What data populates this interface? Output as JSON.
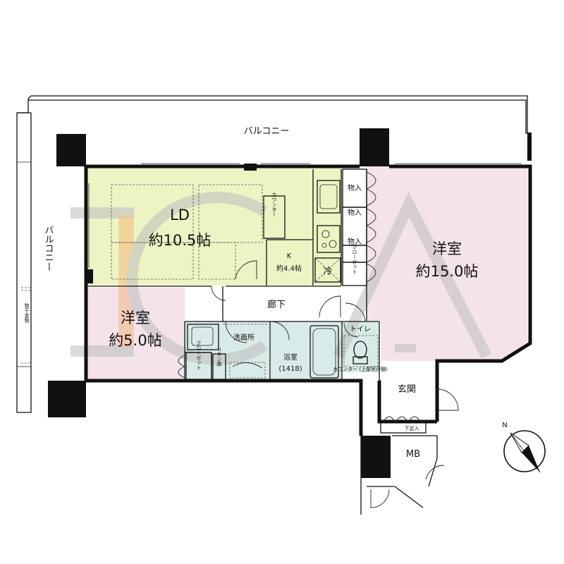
{
  "rooms": {
    "balcony_top": "バルコニー",
    "balcony_left": "バルコニー",
    "balcony_left_fitting": "物干金物",
    "ld_name": "LD",
    "ld_size": "約10.5帖",
    "counter": "カウンター",
    "k_name": "K",
    "k_size": "約4.4帖",
    "fridge": "冷",
    "storage": "物入",
    "closet_kitchen": "クローゼット",
    "west_room_name": "洋室",
    "west_room_size": "約5.0帖",
    "east_room_name": "洋室",
    "east_room_size": "約15.0帖",
    "hallway": "廊下",
    "washroom": "洗面所",
    "bath_name": "浴室",
    "bath_size": "(1418)",
    "toilet": "トイレ",
    "toilet_counter": "カウンター\n(上部吊戸棚)",
    "closet_west": "クローゼット",
    "linen": "リネン庫",
    "entrance": "玄関",
    "shoe_storage": "下足入",
    "mb": "MB",
    "north": "N"
  },
  "watermark": "ICA",
  "colors": {
    "ld_fill": "#eef3c4",
    "room_pink": "#f4e3ea",
    "wet_blue": "#d9ebe8",
    "watermark_gray": "#b9b9b9",
    "watermark_orange": "#f5a25a"
  }
}
